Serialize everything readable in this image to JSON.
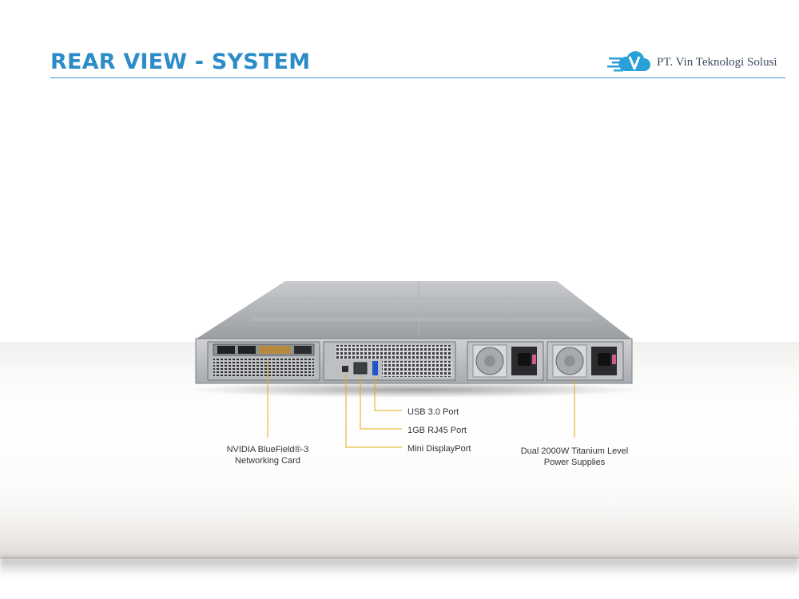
{
  "header": {
    "title": "REAR VIEW - SYSTEM",
    "company": "PT. Vin Teknologi Solusi",
    "logo_icon": "cloud-v-logo-icon"
  },
  "callouts": {
    "usb": "USB 3.0 Port",
    "rj45": "1GB RJ45 Port",
    "displayport": "Mini DisplayPort",
    "nvidia_line1": "NVIDIA BlueField®-3",
    "nvidia_line2": "Networking Card",
    "psu_line1": "Dual 2000W Titanium Level",
    "psu_line2": "Power Supplies"
  },
  "colors": {
    "title": "#2c8cc8",
    "callout_line": "#e6a817"
  }
}
